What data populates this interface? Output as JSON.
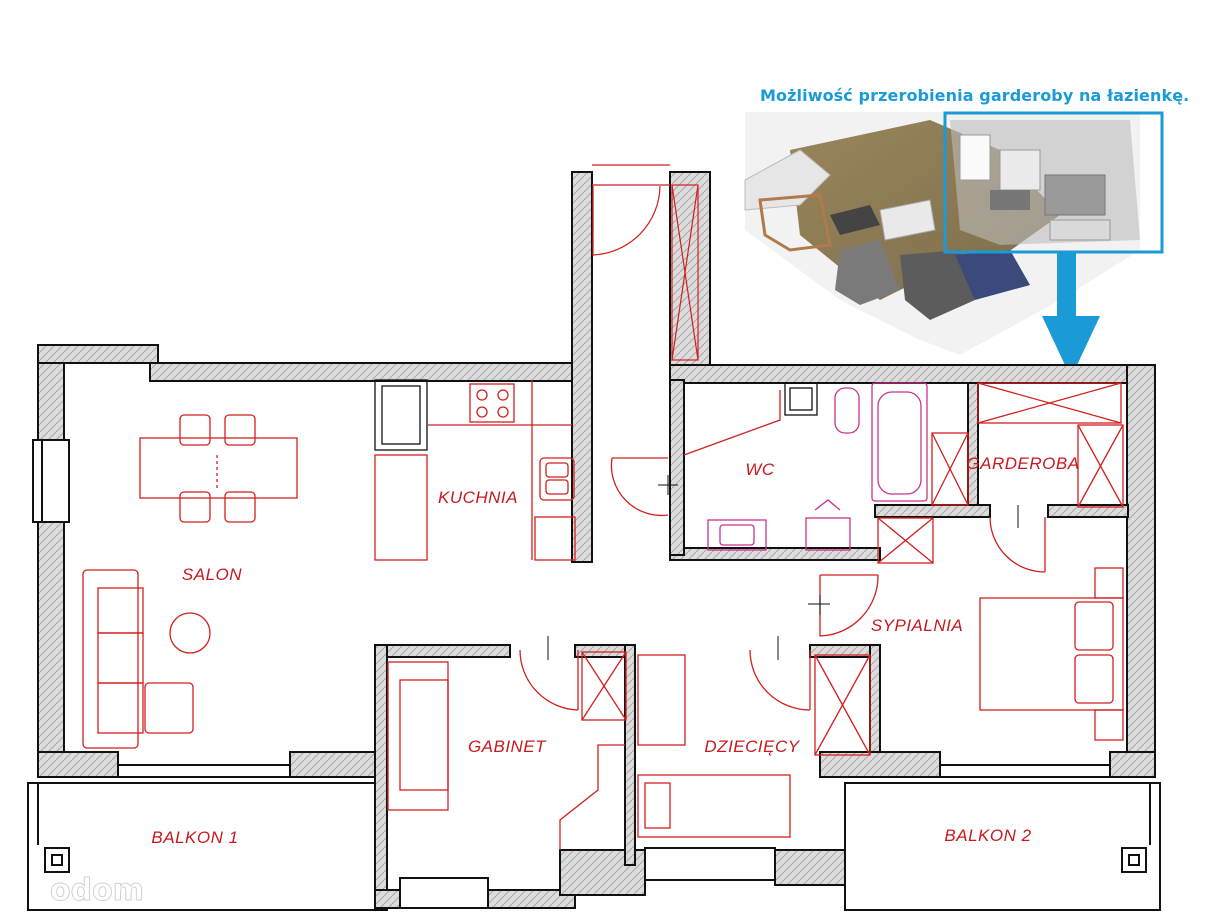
{
  "caption": "Możliwość przerobienia garderoby na łazienkę.",
  "colors": {
    "caption": "#1a9ad6",
    "wall": "#111111",
    "wall_fill": "#dadada",
    "furniture": "#d21f1f",
    "bathroom_fixtures": "#c8328c",
    "highlight_box": "#1a9ad6",
    "arrow": "#1a9ad6"
  },
  "rooms": [
    {
      "id": "salon",
      "label": "SALON"
    },
    {
      "id": "kuchnia",
      "label": "KUCHNIA"
    },
    {
      "id": "wc",
      "label": "WC"
    },
    {
      "id": "garderoba",
      "label": "GARDEROBA"
    },
    {
      "id": "sypialnia",
      "label": "SYPIALNIA"
    },
    {
      "id": "gabinet",
      "label": "GABINET"
    },
    {
      "id": "dzieciecy",
      "label": "DZIECIĘCY"
    },
    {
      "id": "balkon1",
      "label": "BALKON 1"
    },
    {
      "id": "balkon2",
      "label": "BALKON 2"
    }
  ],
  "watermark": "odom"
}
